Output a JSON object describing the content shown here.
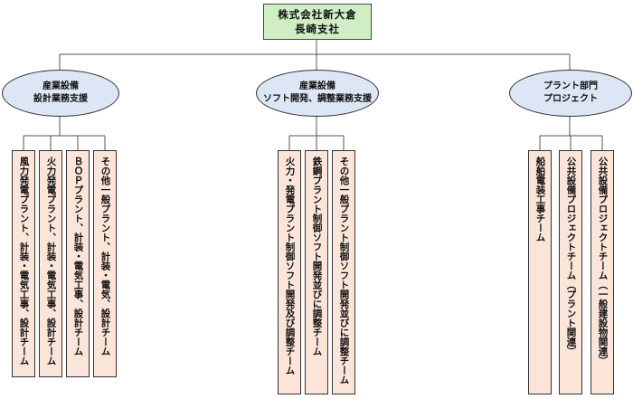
{
  "organization": {
    "root": {
      "line1": "株式会社新大倉",
      "line2": "長崎支社"
    },
    "divisions": [
      {
        "line1": "産業設備",
        "line2": "設計業務支援",
        "teams": [
          "風力発電プラント、計装・電気工事、設計チーム",
          "火力発電プラント、計装・電気工事、設計チーム",
          "ＢＯＰプラント、計装・電気工事、設計チーム",
          "その他一般プラント、計装・電気、設計チーム"
        ]
      },
      {
        "line1": "産業設備",
        "line2": "ソフト開発、調整業務支援",
        "teams": [
          "火力・発電プラント制御ソフト開発及び調整チーム",
          "鉄鋼プラント制御ソフト開発並びに調整チーム",
          "その他一般プラント制御ソフト開発並びに調整チーム"
        ]
      },
      {
        "line1": "プラント部門",
        "line2": "プロジェクト",
        "teams": [
          "船舶電装工事チーム",
          "公共設備プロジェクトチーム（プラント関連）",
          "公共設備プロジェクトチーム（一般建設物関連）"
        ]
      }
    ]
  }
}
